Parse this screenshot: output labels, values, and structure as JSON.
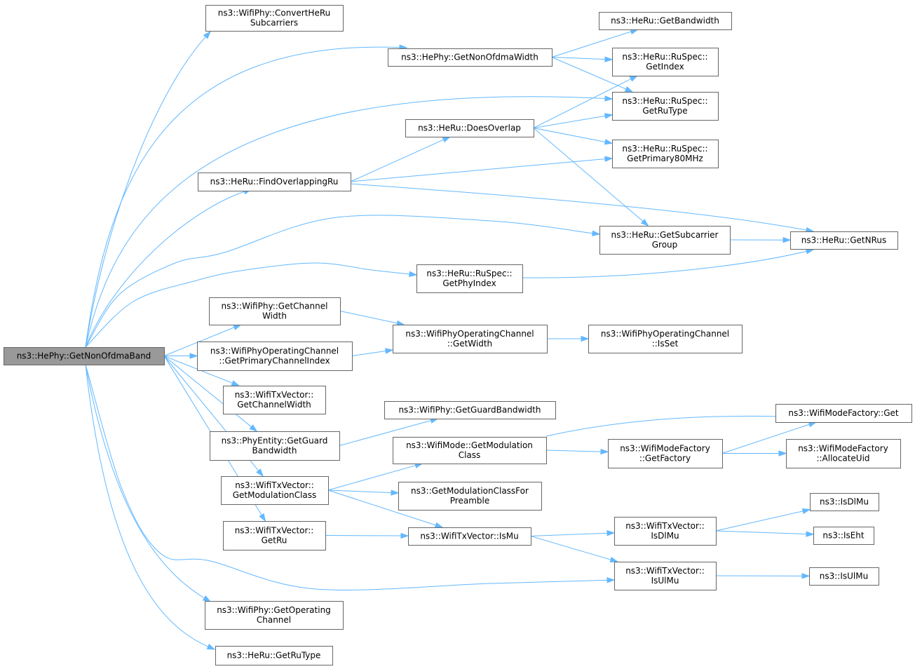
{
  "colors": {
    "edge": "#63b8ff",
    "node_border": "#666666",
    "root_fill": "#999999",
    "node_fill": "#ffffff"
  },
  "nodes": [
    {
      "id": "root",
      "lines": [
        "ns3::HePhy::GetNonOfdmaBand"
      ],
      "root": true
    },
    {
      "id": "n1",
      "lines": [
        "ns3::WifiPhy::ConvertHeRu",
        "Subcarriers"
      ]
    },
    {
      "id": "n2",
      "lines": [
        "ns3::HePhy::GetNonOfdmaWidth"
      ]
    },
    {
      "id": "n3",
      "lines": [
        "ns3::HeRu::GetBandwidth"
      ]
    },
    {
      "id": "n4",
      "lines": [
        "ns3::HeRu::RuSpec::",
        "GetIndex"
      ]
    },
    {
      "id": "n5",
      "lines": [
        "ns3::HeRu::RuSpec::",
        "GetRuType"
      ]
    },
    {
      "id": "n6",
      "lines": [
        "ns3::HeRu::DoesOverlap"
      ]
    },
    {
      "id": "n7",
      "lines": [
        "ns3::HeRu::RuSpec::",
        "GetPrimary80MHz"
      ]
    },
    {
      "id": "n8",
      "lines": [
        "ns3::HeRu::FindOverlappingRu"
      ]
    },
    {
      "id": "n9",
      "lines": [
        "ns3::HeRu::GetSubcarrier",
        "Group"
      ]
    },
    {
      "id": "n10",
      "lines": [
        "ns3::HeRu::GetNRus"
      ]
    },
    {
      "id": "n11",
      "lines": [
        "ns3::HeRu::RuSpec::",
        "GetPhyIndex"
      ]
    },
    {
      "id": "n12",
      "lines": [
        "ns3::WifiPhy::GetChannel",
        "Width"
      ]
    },
    {
      "id": "n13",
      "lines": [
        "ns3::WifiPhyOperatingChannel",
        "::GetWidth"
      ]
    },
    {
      "id": "n14",
      "lines": [
        "ns3::WifiPhyOperatingChannel",
        "::IsSet"
      ]
    },
    {
      "id": "n15",
      "lines": [
        "ns3::WifiPhyOperatingChannel",
        "::GetPrimaryChannelIndex"
      ]
    },
    {
      "id": "n16",
      "lines": [
        "ns3::WifiTxVector::",
        "GetChannelWidth"
      ]
    },
    {
      "id": "n17",
      "lines": [
        "ns3::WifiPhy::GetGuardBandwidth"
      ]
    },
    {
      "id": "n18",
      "lines": [
        "ns3::PhyEntity::GetGuard",
        "Bandwidth"
      ]
    },
    {
      "id": "n19",
      "lines": [
        "ns3::WifiModeFactory::Get"
      ]
    },
    {
      "id": "n20",
      "lines": [
        "ns3::WifiMode::GetModulation",
        "Class"
      ]
    },
    {
      "id": "n21",
      "lines": [
        "ns3::WifiModeFactory",
        "::GetFactory"
      ]
    },
    {
      "id": "n22",
      "lines": [
        "ns3::WifiModeFactory",
        "::AllocateUid"
      ]
    },
    {
      "id": "n23",
      "lines": [
        "ns3::WifiTxVector::",
        "GetModulationClass"
      ]
    },
    {
      "id": "n24",
      "lines": [
        "ns3::GetModulationClassFor",
        "Preamble"
      ]
    },
    {
      "id": "n25",
      "lines": [
        "ns3::IsDlMu"
      ]
    },
    {
      "id": "n26",
      "lines": [
        "ns3::WifiTxVector::",
        "GetRu"
      ]
    },
    {
      "id": "n27",
      "lines": [
        "ns3::WifiTxVector::IsMu"
      ]
    },
    {
      "id": "n28",
      "lines": [
        "ns3::WifiTxVector::",
        "IsDlMu"
      ]
    },
    {
      "id": "n29",
      "lines": [
        "ns3::IsEht"
      ]
    },
    {
      "id": "n30",
      "lines": [
        "ns3::WifiTxVector::",
        "IsUlMu"
      ]
    },
    {
      "id": "n31",
      "lines": [
        "ns3::IsUlMu"
      ]
    },
    {
      "id": "n32",
      "lines": [
        "ns3::WifiPhy::GetOperating",
        "Channel"
      ]
    },
    {
      "id": "n33",
      "lines": [
        "ns3::HeRu::GetRuType"
      ]
    }
  ],
  "edges": [
    [
      "root",
      "n1"
    ],
    [
      "root",
      "n2"
    ],
    [
      "root",
      "n5"
    ],
    [
      "root",
      "n8"
    ],
    [
      "root",
      "n9"
    ],
    [
      "root",
      "n11"
    ],
    [
      "root",
      "n12"
    ],
    [
      "root",
      "n15"
    ],
    [
      "root",
      "n16"
    ],
    [
      "root",
      "n18"
    ],
    [
      "root",
      "n23"
    ],
    [
      "root",
      "n26"
    ],
    [
      "root",
      "n30"
    ],
    [
      "root",
      "n32"
    ],
    [
      "root",
      "n33"
    ],
    [
      "n2",
      "n3"
    ],
    [
      "n2",
      "n4"
    ],
    [
      "n2",
      "n5"
    ],
    [
      "n6",
      "n4"
    ],
    [
      "n6",
      "n5"
    ],
    [
      "n6",
      "n7"
    ],
    [
      "n6",
      "n9"
    ],
    [
      "n8",
      "n6"
    ],
    [
      "n8",
      "n7"
    ],
    [
      "n8",
      "n10"
    ],
    [
      "n9",
      "n10"
    ],
    [
      "n11",
      "n10"
    ],
    [
      "n12",
      "n13"
    ],
    [
      "n13",
      "n14"
    ],
    [
      "n15",
      "n13"
    ],
    [
      "n18",
      "n17"
    ],
    [
      "n20",
      "n19"
    ],
    [
      "n20",
      "n21"
    ],
    [
      "n21",
      "n19"
    ],
    [
      "n21",
      "n22"
    ],
    [
      "n23",
      "n20"
    ],
    [
      "n23",
      "n24"
    ],
    [
      "n23",
      "n27"
    ],
    [
      "n26",
      "n27"
    ],
    [
      "n27",
      "n28"
    ],
    [
      "n27",
      "n30"
    ],
    [
      "n28",
      "n25"
    ],
    [
      "n28",
      "n29"
    ],
    [
      "n30",
      "n31"
    ]
  ]
}
